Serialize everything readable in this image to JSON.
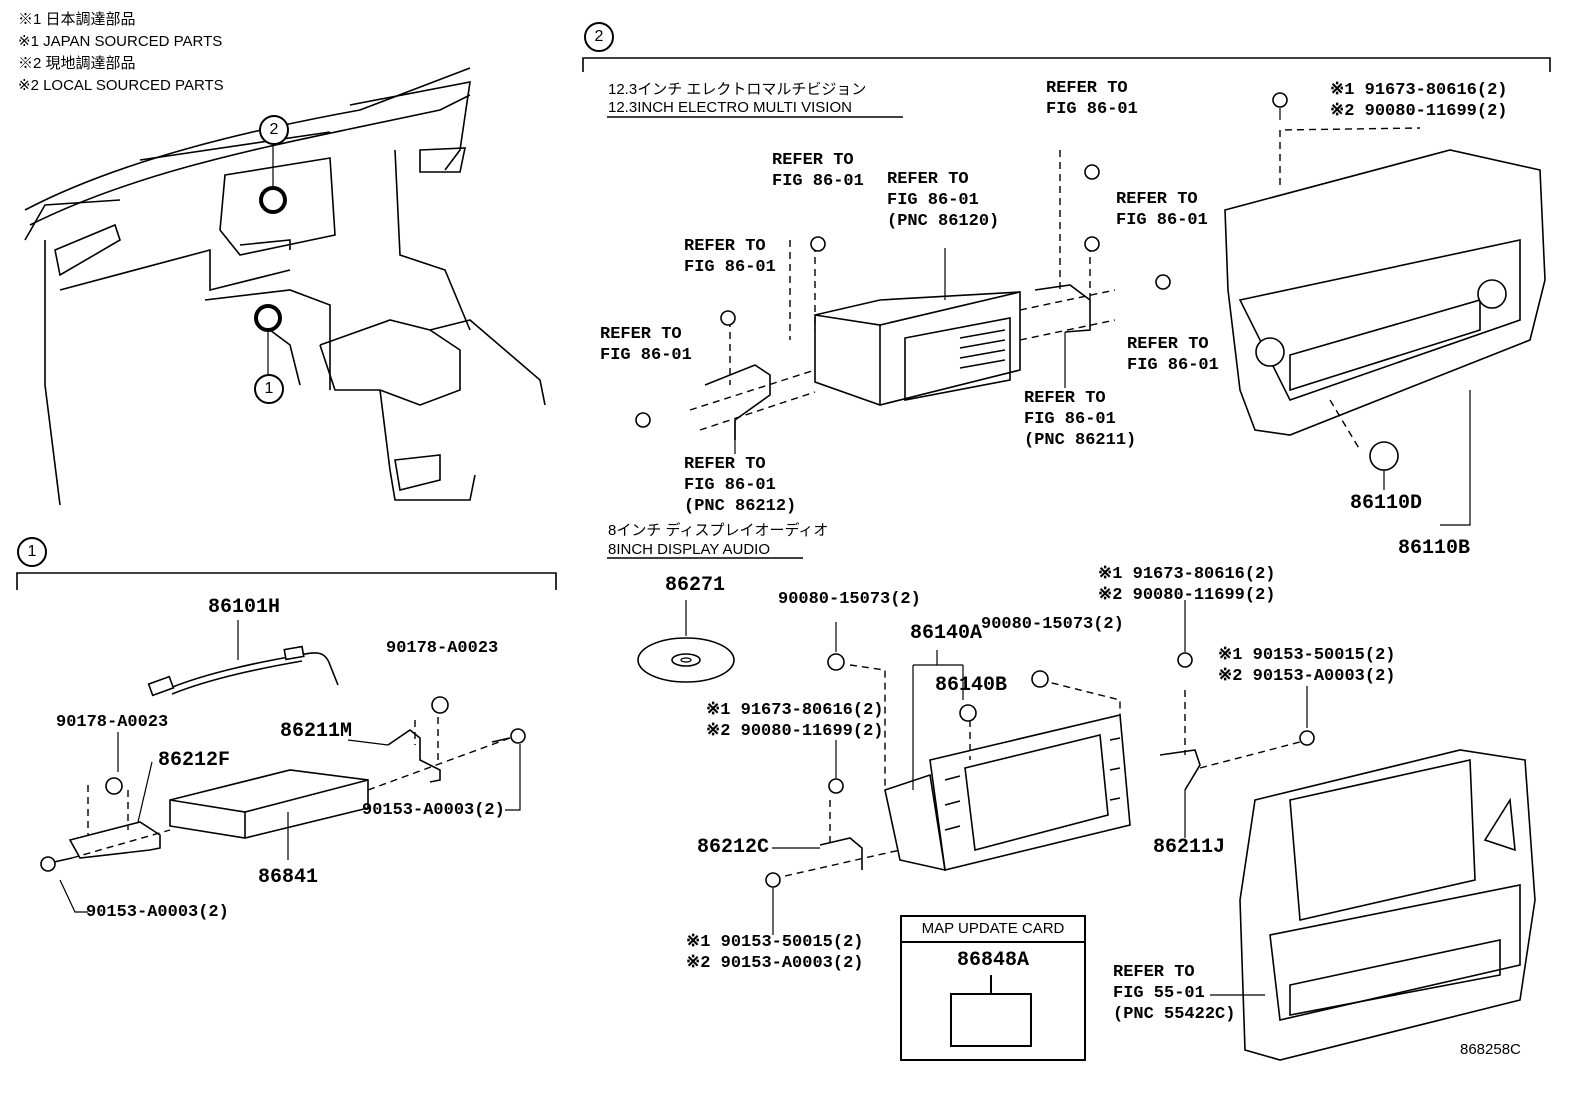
{
  "notes": [
    "※1 日本調達部品",
    "※1 JAPAN SOURCED PARTS",
    "※2 現地調達部品",
    "※2 LOCAL SOURCED PARTS"
  ],
  "callouts": {
    "one": "1",
    "two": "2"
  },
  "captions": {
    "mv_jp": "12.3インチ エレクトロマルチビジョン",
    "mv_en": "12.3INCH ELECTRO MULTI VISION",
    "da_jp": "8インチ ディスプレイオーディオ",
    "da_en": "8INCH DISPLAY AUDIO"
  },
  "section1": {
    "p86101H": "86101H",
    "p90178_top": "90178-A0023",
    "p90178_left": "90178-A0023",
    "p86211M": "86211M",
    "p86212F": "86212F",
    "p90153_right": "90153-A0003(2)",
    "p86841": "86841",
    "p90153_left": "90153-A0003(2)"
  },
  "section2_top": {
    "ref_a": [
      "REFER TO",
      "FIG 86-01"
    ],
    "ref_b": [
      "REFER TO",
      "FIG 86-01",
      "(PNC 86120)"
    ],
    "ref_c": [
      "REFER TO",
      "FIG 86-01"
    ],
    "ref_d": [
      "REFER TO",
      "FIG 86-01"
    ],
    "ref_e": [
      "REFER TO",
      "FIG 86-01"
    ],
    "ref_f": [
      "REFER TO",
      "FIG 86-01"
    ],
    "ref_g": [
      "REFER TO",
      "FIG 86-01"
    ],
    "ref_h": [
      "REFER TO",
      "FIG 86-01",
      "(PNC 86211)"
    ],
    "ref_i": [
      "REFER TO",
      "FIG 86-01",
      "(PNC 86212)"
    ],
    "bolt_top": [
      "※1 91673-80616(2)",
      "※2 90080-11699(2)"
    ],
    "p86110D": "86110D",
    "p86110B": "86110B"
  },
  "section2_bottom": {
    "p86271": "86271",
    "p90080_a": "90080-15073(2)",
    "p86140A": "86140A",
    "p90080_b": "90080-15073(2)",
    "p86140B": "86140B",
    "bolt_right": [
      "※1 91673-80616(2)",
      "※2 90080-11699(2)"
    ],
    "screw_right": [
      "※1 90153-50015(2)",
      "※2 90153-A0003(2)"
    ],
    "bolt_left": [
      "※1 91673-80616(2)",
      "※2 90080-11699(2)"
    ],
    "p86212C": "86212C",
    "p86211J": "86211J",
    "screw_left": [
      "※1 90153-50015(2)",
      "※2 90153-A0003(2)"
    ],
    "map_title": "MAP UPDATE CARD",
    "map_code": "86848A",
    "ref_panel": [
      "REFER TO",
      "FIG 55-01",
      "(PNC 55422C)"
    ]
  },
  "drawing_id": "868258C"
}
